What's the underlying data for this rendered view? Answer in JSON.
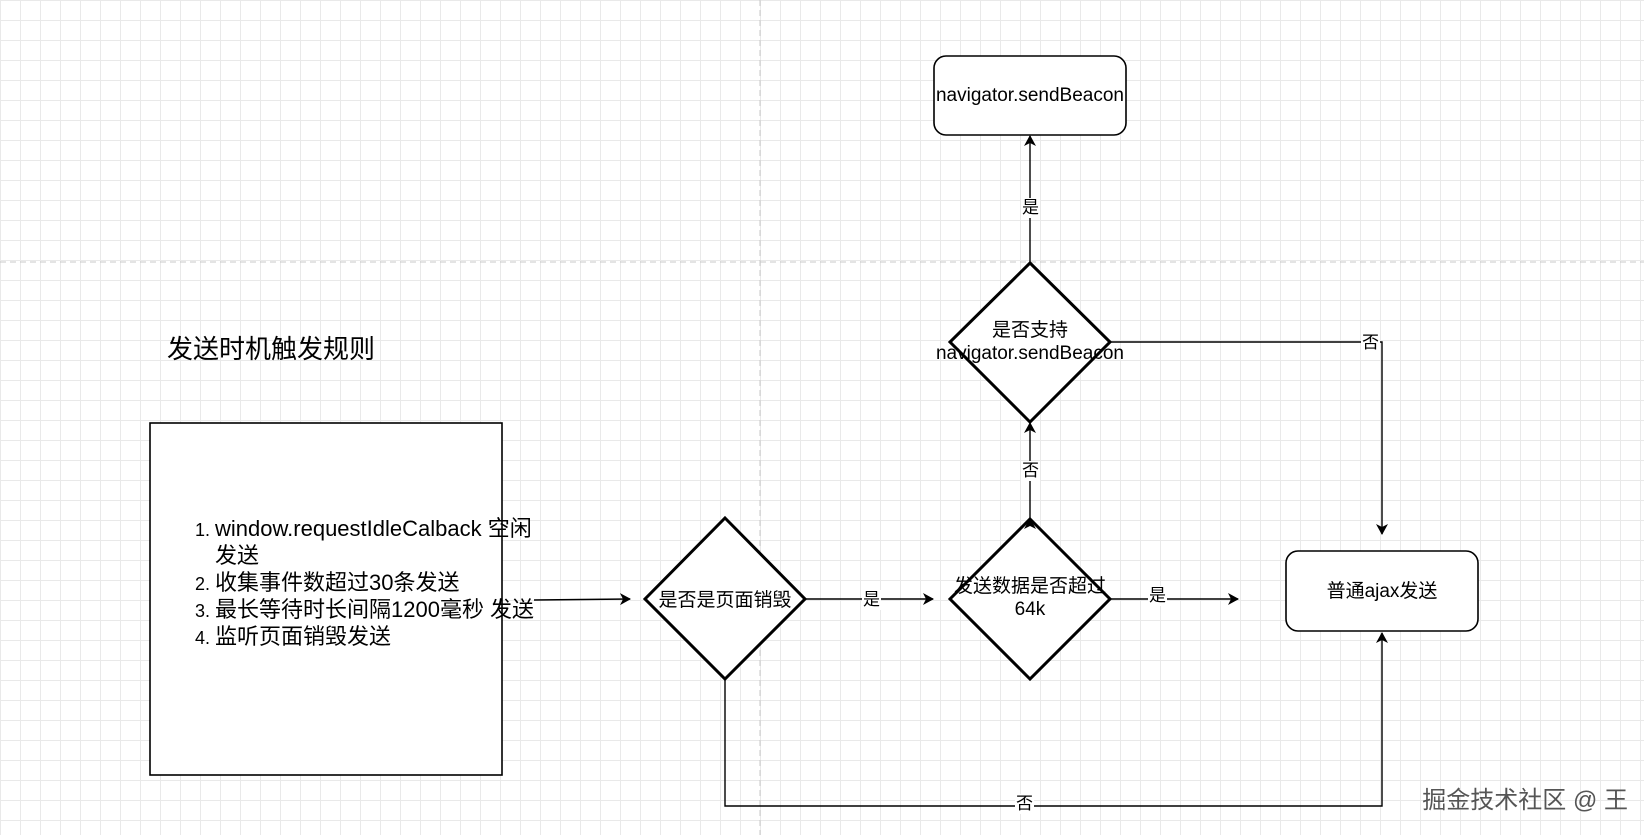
{
  "title": "发送时机触发规则",
  "rules": [
    "window.requestIdleCalback 空闲发送",
    "收集事件数超过30条发送",
    "最长等待时长间隔1200毫秒 发送",
    "监听页面销毁发送"
  ],
  "nodes": {
    "beacon_box": "navigator.sendBeacon",
    "support_beacon_line1": "是否支持",
    "support_beacon_line2": "navigator.sendBeacon",
    "page_destroy": "是否是页面销毁",
    "data_size_line1": "发送数据是否超过",
    "data_size_line2": "64k",
    "ajax_box": "普通ajax发送"
  },
  "edge_labels": {
    "support_to_beacon": "是",
    "support_to_ajax": "否",
    "size_to_support": "否",
    "destroy_to_size": "是",
    "size_to_ajax": "是",
    "destroy_to_ajax": "否"
  },
  "watermark": "掘金技术社区 @ 王"
}
